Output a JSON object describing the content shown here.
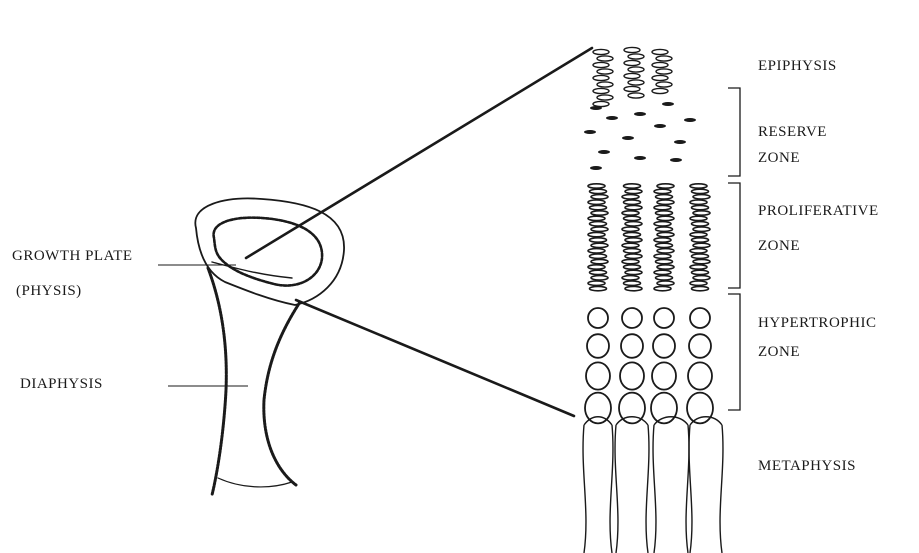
{
  "labels": {
    "epiphysis": "EPIPHYSIS",
    "reserve_1": "RESERVE",
    "reserve_2": "ZONE",
    "proliferative_1": "PROLIFERATIVE",
    "proliferative_2": "ZONE",
    "hypertrophic_1": "HYPERTROPHIC",
    "hypertrophic_2": "ZONE",
    "metaphysis": "METAPHYSIS",
    "growth_plate": "GROWTH PLATE",
    "physis": "(PHYSIS)",
    "diaphysis": "DIAPHYSIS"
  },
  "colors": {
    "ink": "#1a1a1a",
    "background": "#ffffff"
  }
}
